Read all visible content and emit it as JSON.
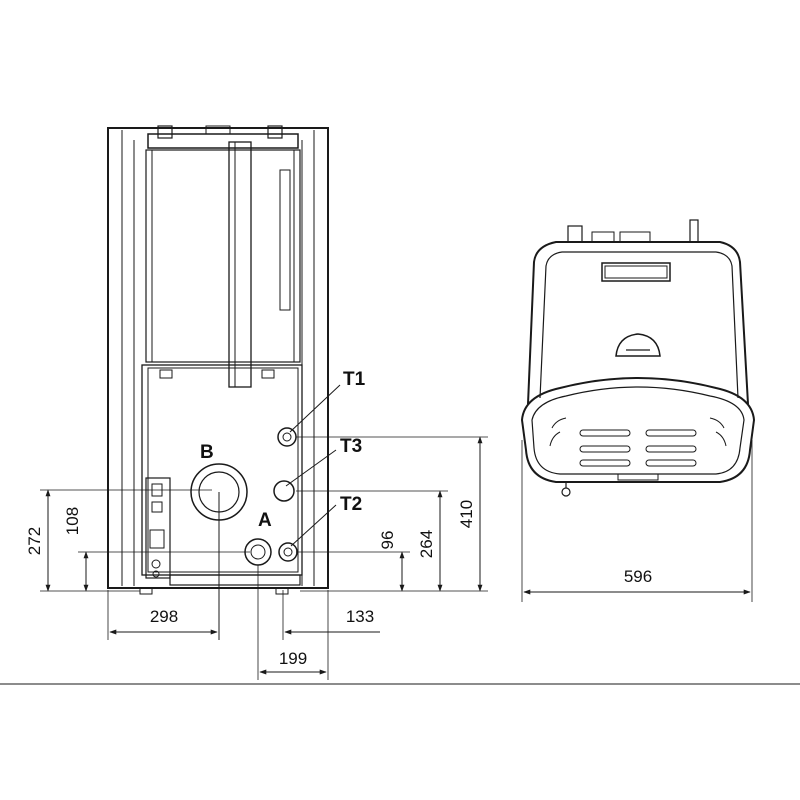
{
  "connections": {
    "T1": "T1",
    "T3": "T3",
    "T2": "T2",
    "A": "A",
    "B": "B"
  },
  "dimensions": {
    "width_total": "596",
    "left_298": "298",
    "right_133": "133",
    "center_199": "199",
    "height_272": "272",
    "height_108": "108",
    "height_96": "96",
    "height_264": "264",
    "height_410": "410"
  },
  "colors": {
    "line": "#1a1a1a",
    "background": "#ffffff"
  }
}
